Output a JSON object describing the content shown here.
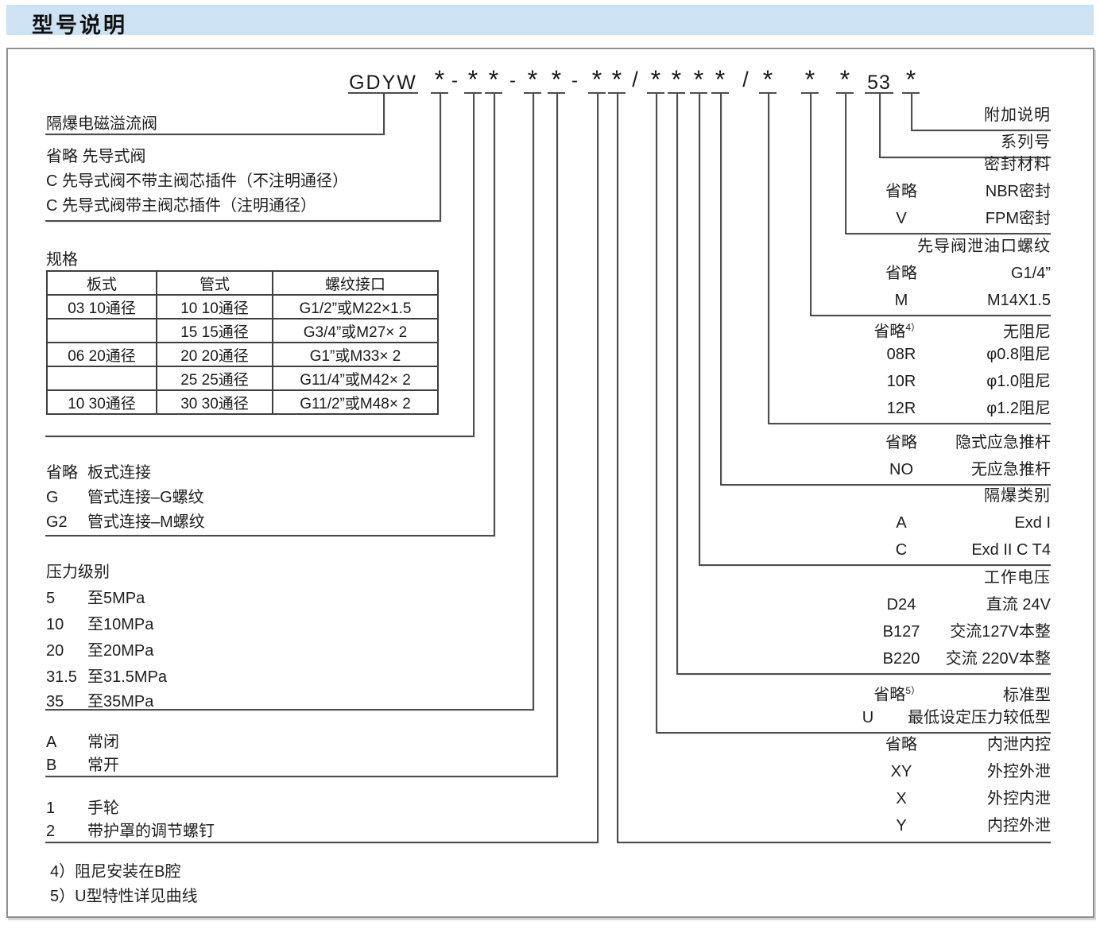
{
  "page": {
    "title": "型号说明"
  },
  "code": {
    "prefix": "GDYW",
    "star": "*",
    "dash": "-",
    "slash": "/",
    "series": "53"
  },
  "left": {
    "valve_name": "隔爆电磁溢流阀",
    "pilot_rows": [
      "省略 先导式阀",
      "C 先导式阀不带主阀芯插件（不注明通径）",
      "C 先导式阀带主阀芯插件（注明通径）"
    ],
    "spec": {
      "title": "规格",
      "headers": [
        "板式",
        "管式",
        "螺纹接口"
      ],
      "rows": [
        [
          "03 10通径",
          "10 10通径",
          "G1/2”或M22×1.5"
        ],
        [
          "",
          "15 15通径",
          "G3/4”或M27× 2"
        ],
        [
          "06 20通径",
          "20 20通径",
          "G1”或M33× 2"
        ],
        [
          "",
          "25 25通径",
          "G11/4”或M42× 2"
        ],
        [
          "10 30通径",
          "30 30通径",
          "G11/2”或M48× 2"
        ]
      ]
    },
    "connection": [
      {
        "code": "省略",
        "desc": "板式连接"
      },
      {
        "code": "G",
        "desc": "管式连接–G螺纹"
      },
      {
        "code": "G2",
        "desc": "管式连接–M螺纹"
      }
    ],
    "pressure": {
      "title": "压力级别",
      "rows": [
        {
          "code": "5",
          "desc": "至5MPa"
        },
        {
          "code": "10",
          "desc": "至10MPa"
        },
        {
          "code": "20",
          "desc": "至20MPa"
        },
        {
          "code": "31.5",
          "desc": "至31.5MPa"
        },
        {
          "code": "35",
          "desc": "至35MPa"
        }
      ]
    },
    "state": [
      {
        "code": "A",
        "desc": "常闭"
      },
      {
        "code": "B",
        "desc": "常开"
      }
    ],
    "adjust": [
      {
        "code": "1",
        "desc": "手轮"
      },
      {
        "code": "2",
        "desc": "带护罩的调节螺钉"
      }
    ]
  },
  "right": {
    "additional": "附加说明",
    "series_no": "系列号",
    "seal": {
      "title": "密封材料",
      "rows": [
        {
          "code": "省略",
          "desc": "NBR密封"
        },
        {
          "code": "V",
          "desc": "FPM密封"
        }
      ]
    },
    "drain": {
      "title": "先导阀泄油口螺纹",
      "rows": [
        {
          "code": "省略",
          "desc": "G1/4”"
        },
        {
          "code": "M",
          "desc": "M14X1.5"
        }
      ]
    },
    "damping": {
      "rows": [
        {
          "code": "省略",
          "sup": "4）",
          "desc": "无阻尼"
        },
        {
          "code": "08R",
          "desc": "φ0.8阻尼"
        },
        {
          "code": "10R",
          "desc": "φ1.0阻尼"
        },
        {
          "code": "12R",
          "desc": "φ1.2阻尼"
        }
      ]
    },
    "pushrod": {
      "rows": [
        {
          "code": "省略",
          "desc": "隐式应急推杆"
        },
        {
          "code": "NO",
          "desc": "无应急推杆"
        }
      ]
    },
    "exd": {
      "title": "隔爆类别",
      "rows": [
        {
          "code": "A",
          "desc": "Exd I"
        },
        {
          "code": "C",
          "desc": "Exd II C T4"
        }
      ]
    },
    "voltage": {
      "title": "工作电压",
      "rows": [
        {
          "code": "D24",
          "desc": "直流 24V"
        },
        {
          "code": "B127",
          "desc": "交流127V本整"
        },
        {
          "code": "B220",
          "desc": "交流 220V本整"
        }
      ]
    },
    "utype": {
      "rows": [
        {
          "code": "省略",
          "sup": "5）",
          "desc": "标准型"
        },
        {
          "code": "U",
          "desc": "最低设定压力较低型"
        }
      ]
    },
    "control": {
      "rows": [
        {
          "code": "省略",
          "desc": "内泄内控"
        },
        {
          "code": "XY",
          "desc": "外控外泄"
        },
        {
          "code": "X",
          "desc": "外控内泄"
        },
        {
          "code": "Y",
          "desc": "内控外泄"
        }
      ]
    }
  },
  "notes": [
    "4）阻尼安装在B腔",
    "5）U型特性详见曲线"
  ]
}
